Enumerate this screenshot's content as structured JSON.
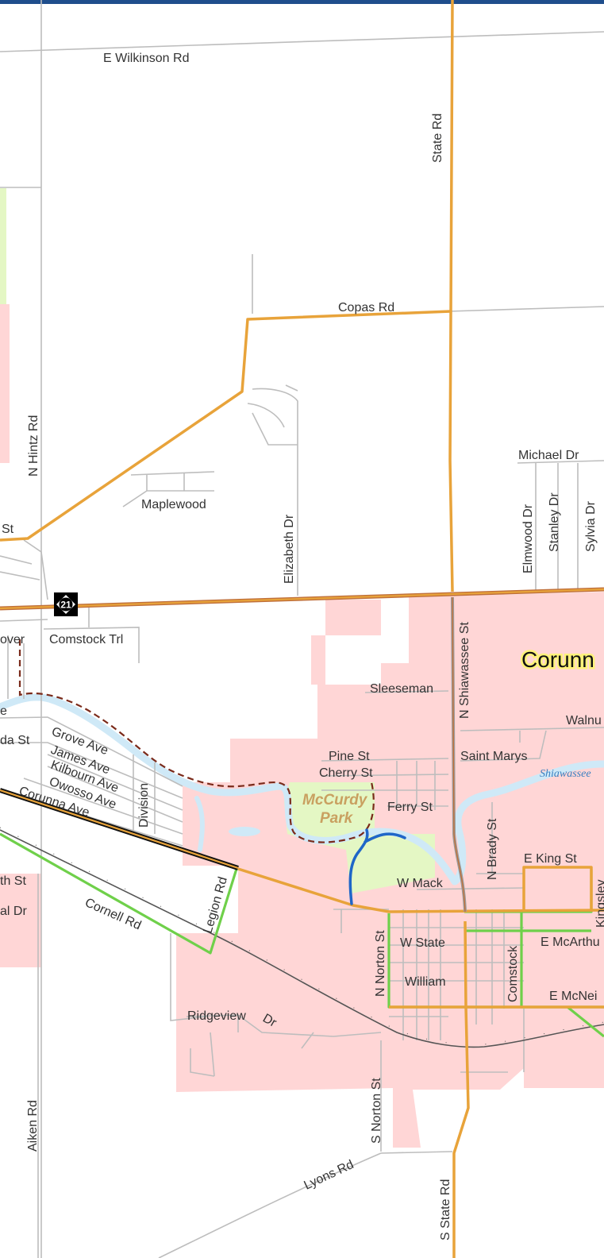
{
  "map": {
    "colors": {
      "background": "#ffffff",
      "header_bar": "#1f4e8c",
      "city_area": "#ffd6d6",
      "park_area": "#e4f7c4",
      "water": "#cfe9f7",
      "local_road": "#bdbdbd",
      "county_road": "#e8a33a",
      "state_highway": "#c0703a",
      "bike_route": "#6fd04a",
      "trail": "#1f66c8",
      "railroad": "#555555",
      "boundary": "#7a2a1a"
    },
    "city_name": "Corunn",
    "park_name_line1": "McCurdy",
    "park_name_line2": "Park",
    "river_name": "Shiawassee",
    "highway_shield": "21",
    "roads": {
      "e_wilkinson": "E Wilkinson Rd",
      "state_rd": "State Rd",
      "copas": "Copas Rd",
      "n_hintz": "N Hintz Rd",
      "st_left": "St",
      "maplewood": "Maplewood",
      "elizabeth": "Elizabeth Dr",
      "michael": "Michael Dr",
      "elmwood": "Elmwood Dr",
      "stanley": "Stanley Dr",
      "sylvia": "Sylvia Dr",
      "over": "over",
      "comstock_trl": "Comstock Trl",
      "sleeseman": "Sleeseman",
      "n_shiawassee": "N Shiawassee St",
      "walnut": "Walnu",
      "e_frag": "e",
      "da_st": "da St",
      "grove": "Grove Ave",
      "james": "James Ave",
      "kilbourn": "Kilbourn Ave",
      "owosso": "Owosso Ave",
      "corunna_ave": "Corunna Ave",
      "division": "Division",
      "pine": "Pine St",
      "cherry": "Cherry St",
      "saint_marys": "Saint Marys",
      "ferry": "Ferry St",
      "n_brady": "N Brady St",
      "e_king": "E King St",
      "kingsley": "Kingsley",
      "th_st": "th St",
      "al_dr": "al Dr",
      "cornell": "Cornell Rd",
      "legion": "Legion Rd",
      "w_mack": "W Mack",
      "n_norton": "N Norton St",
      "w_state": "W State",
      "e_mcarthur": "E McArthu",
      "comstock": "Comstock",
      "william": "William",
      "e_mcneil": "E McNei",
      "ridgeview": "Ridgeview",
      "dr": "Dr",
      "s_norton": "S Norton St",
      "aiken": "Aiken Rd",
      "lyons": "Lyons Rd",
      "s_state": "S State Rd"
    }
  }
}
